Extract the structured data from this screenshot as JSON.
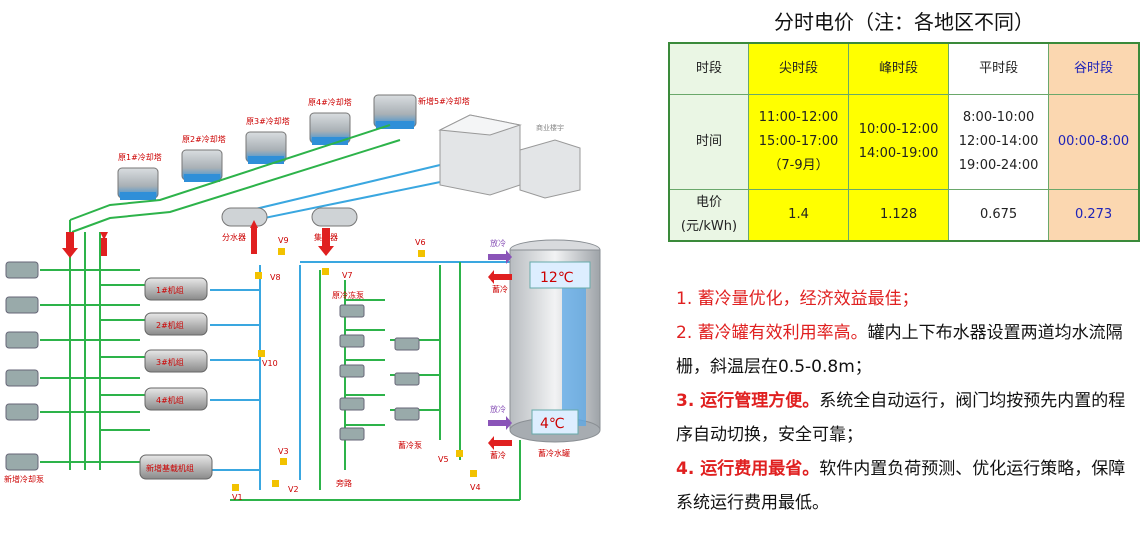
{
  "diagram": {
    "towers": [
      "原1#冷却塔",
      "原2#冷却塔",
      "原3#冷却塔",
      "原4#冷却塔",
      "新增5#冷却塔"
    ],
    "chillers": [
      "1#机组",
      "2#机组",
      "3#机组",
      "4#机组",
      "新增基载机组"
    ],
    "pump_group_label": "新增冷却泵",
    "chilled_pump_label": "原冷冻泵",
    "storage_pump_label": "蓄冷泵",
    "splitter": "分水器",
    "collector": "集水器",
    "building": "商业楼宇",
    "tank_label": "蓄冷水罐",
    "bypass_label": "旁路",
    "tank_top_temp": "12℃",
    "tank_bottom_temp": "4℃",
    "release_top": "放冷",
    "charge_top": "蓄冷",
    "release_bottom": "放冷",
    "charge_bottom": "蓄冷",
    "valves": [
      "V1",
      "V2",
      "V3",
      "V4",
      "V5",
      "V6",
      "V7",
      "V8",
      "V9",
      "V10"
    ]
  },
  "tariff": {
    "title": "分时电价（注：各地区不同）",
    "headers": [
      "时段",
      "尖时段",
      "峰时段",
      "平时段",
      "谷时段"
    ],
    "time_label": "时间",
    "peak_sharp_times": [
      "11:00-12:00",
      "15:00-17:00",
      "（7-9月）"
    ],
    "peak_times": [
      "10:00-12:00",
      "14:00-19:00"
    ],
    "flat_times": [
      "8:00-10:00",
      "12:00-14:00",
      "19:00-24:00"
    ],
    "valley_times": [
      "00:00-8:00"
    ],
    "price_label_1": "电价",
    "price_label_2": "(元/kWh)",
    "prices": [
      "1.4",
      "1.128",
      "0.675",
      "0.273"
    ]
  },
  "notes": {
    "n1": "1. 蓄冷量优化，经济效益最佳；",
    "n2_head": "2. 蓄冷罐有效利用率高。",
    "n2_body": "罐内上下布水器设置两道均水流隔栅，斜温层在0.5-0.8m；",
    "n3_head": "3. 运行管理方便。",
    "n3_body": "系统全自动运行，阀门均按预先内置的程序自动切换，安全可靠；",
    "n4_head": "4. 运行费用最省。",
    "n4_body": "软件内置负荷预测、优化运行策略，保障系统运行费用最低。"
  }
}
